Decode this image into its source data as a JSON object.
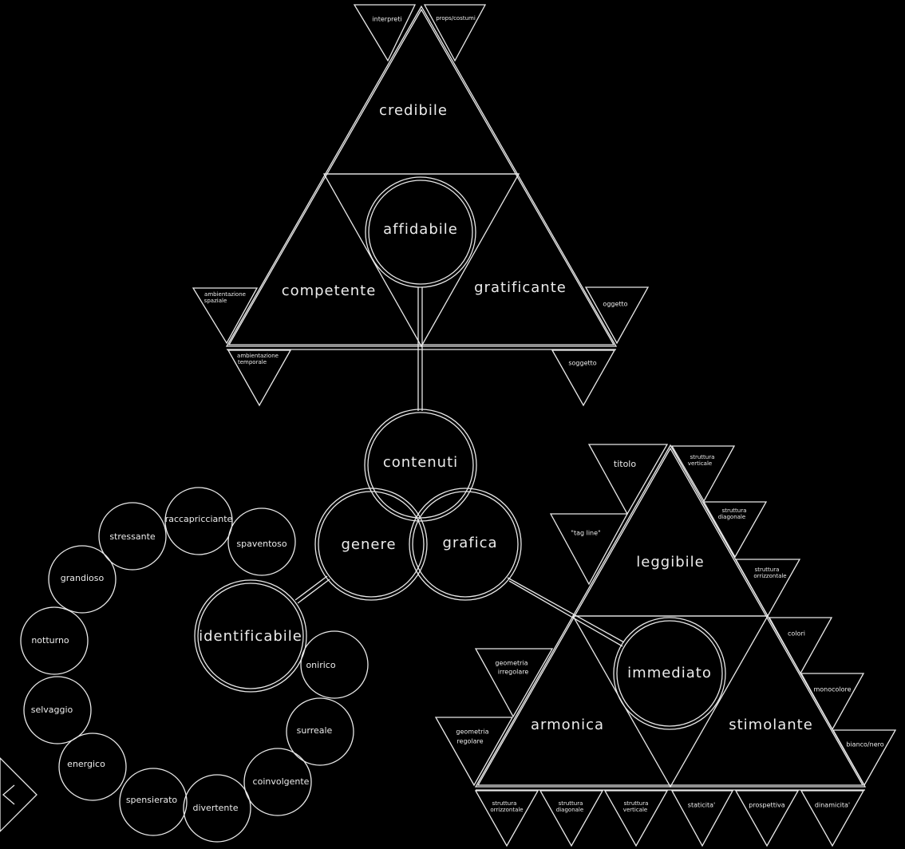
{
  "colors": {
    "background": "#000000",
    "stroke": "#e8e8e8",
    "text": "#ececec"
  },
  "top_triangle": {
    "top": "credibile",
    "center": "affidabile",
    "left": "competente",
    "right": "gratificante",
    "tabs": {
      "interpreti": "interpreti",
      "props": "props/costumi",
      "amb_spaziale": [
        "ambientazione",
        "spaziale"
      ],
      "amb_temporale": [
        "ambientazione",
        "temporale"
      ],
      "oggetto": "oggetto",
      "soggetto": "soggetto"
    }
  },
  "center_cluster": {
    "contenuti": "contenuti",
    "genere": "genere",
    "grafica": "grafica"
  },
  "left_ring": {
    "hub": "identificabile",
    "words": {
      "raccapricciante": "raccapricciante",
      "stressante": "stressante",
      "spaventoso": "spaventoso",
      "grandioso": "grandioso",
      "notturno": "notturno",
      "selvaggio": "selvaggio",
      "energico": "energico",
      "spensierato": "spensierato",
      "divertente": "divertente",
      "coinvolgente": "coinvolgente",
      "surreale": "surreale",
      "onirico": "onirico"
    }
  },
  "right_triangle": {
    "top": "leggibile",
    "center": "immediato",
    "left": "armonica",
    "right": "stimolante",
    "tabs": {
      "titolo": "titolo",
      "tagline": "\"tag line\"",
      "strutt_verticale_top": [
        "struttura",
        "verticale"
      ],
      "strutt_diagonale_top": [
        "struttura",
        "diagonale"
      ],
      "strutt_orizzontale_top": [
        "struttura",
        "orrizzontale"
      ],
      "colori": "colori",
      "monocolore": "monocolore",
      "bianco_nero": "bianco/nero",
      "geom_irregolare": [
        "geometria",
        "irregolare"
      ],
      "geom_regolare": [
        "geometria",
        "regolare"
      ],
      "bottom_orizzontale": [
        "struttura",
        "orrizzontale"
      ],
      "bottom_diagonale": [
        "struttura",
        "diagonale"
      ],
      "bottom_verticale": [
        "struttura",
        "verticale"
      ],
      "statiche": "staticita'",
      "prospettiva": "prospettiva",
      "dinamicita": "dinamicita'"
    }
  },
  "nav": {
    "arrow_icon": "chevron-left-icon"
  }
}
